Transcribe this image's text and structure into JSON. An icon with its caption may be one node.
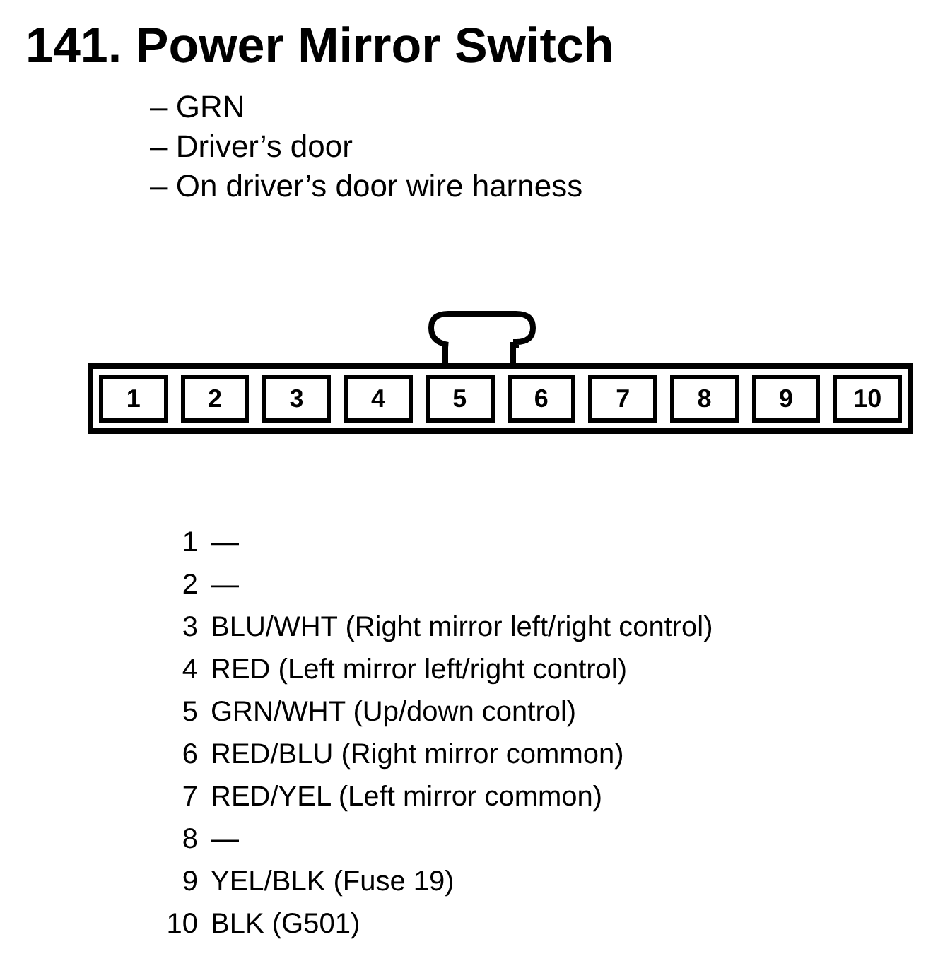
{
  "diagram": {
    "title": "141. Power Mirror Switch",
    "nodes": [
      {
        "text": [],
        "shape": "box"
      },
      {
        "text": [
          "1"
        ],
        "in": 0
      },
      {
        "text": [
          "2"
        ],
        "in": 0
      },
      {
        "text": [
          "3"
        ],
        "in": 0
      },
      {
        "text": [
          "4"
        ],
        "in": 0
      },
      {
        "text": [
          "5"
        ],
        "in": 0
      },
      {
        "text": [
          "6"
        ],
        "in": 0
      },
      {
        "text": [
          "7"
        ],
        "in": 0
      },
      {
        "text": [
          "8"
        ],
        "in": 0
      },
      {
        "text": [
          "9"
        ],
        "in": 0
      },
      {
        "text": [
          "10"
        ],
        "in": 0
      }
    ],
    "edges": [],
    "labels": [
      "– GRN",
      "– Driver’s door",
      "– On driver’s door wire harness",
      "1",
      "—",
      "2",
      "—",
      "3",
      "BLU/WHT (Right mirror left/right control)",
      "4",
      "RED (Left mirror left/right control)",
      "5",
      "GRN/WHT (Up/down control)",
      "6",
      "RED/BLU (Right mirror common)",
      "7",
      "RED/YEL (Left mirror common)",
      "8",
      "—",
      "9",
      "YEL/BLK (Fuse 19)",
      "10",
      "BLK (G501)"
    ]
  }
}
